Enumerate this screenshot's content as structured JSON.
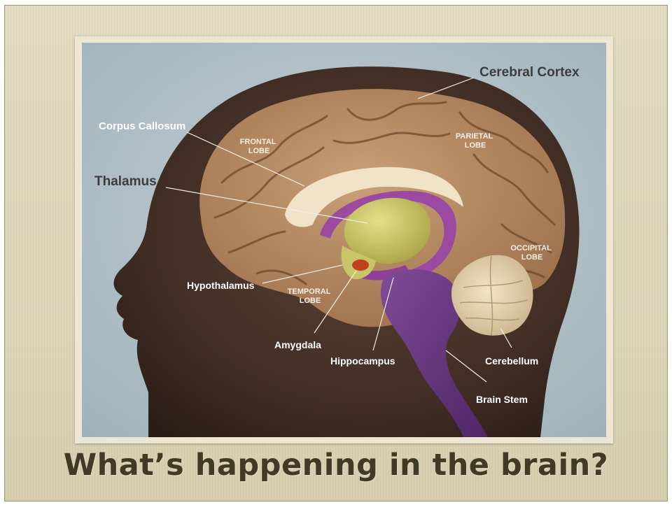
{
  "slide": {
    "title": "What’s happening in the brain?"
  },
  "diagram": {
    "labels": {
      "cerebral_cortex": "Cerebral Cortex",
      "corpus_callosum": "Corpus Callosum",
      "thalamus": "Thalamus",
      "hypothalamus": "Hypothalamus",
      "amygdala": "Amygdala",
      "hippocampus": "Hippocampus",
      "cerebellum": "Cerebellum",
      "brain_stem": "Brain Stem"
    },
    "lobes": {
      "frontal": [
        "FRONTAL",
        "LOBE"
      ],
      "parietal": [
        "PARIETAL",
        "LOBE"
      ],
      "occipital": [
        "OCCIPITAL",
        "LOBE"
      ],
      "temporal": [
        "TEMPORAL",
        "LOBE"
      ]
    }
  }
}
